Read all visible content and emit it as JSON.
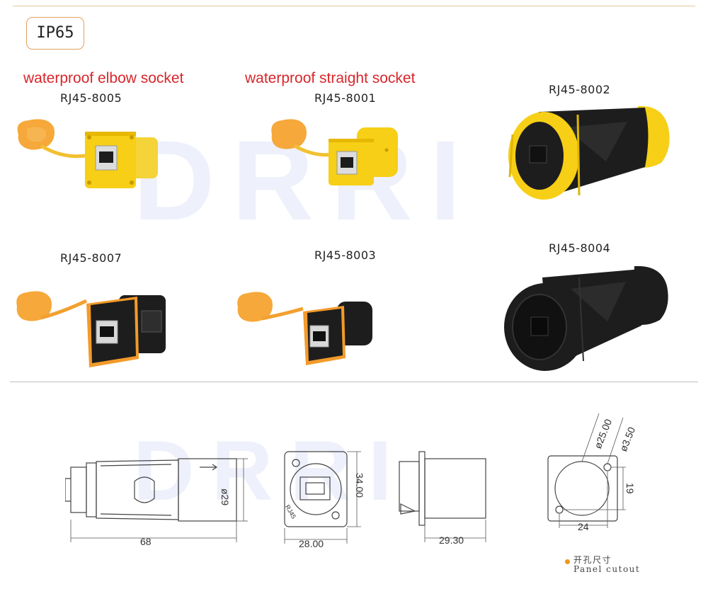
{
  "badge": "IP65",
  "watermark": "DRRI",
  "headings": {
    "elbow": "waterproof elbow socket",
    "straight": "waterproof straight socket"
  },
  "products": {
    "p8005": "RJ45-8005",
    "p8001": "RJ45-8001",
    "p8002": "RJ45-8002",
    "p8007": "RJ45-8007",
    "p8003": "RJ45-8003",
    "p8004": "RJ45-8004"
  },
  "drawings": {
    "length": "68",
    "diameter": "ø29",
    "flange_width": "28.00",
    "flange_height": "34.00",
    "body_length": "29.30",
    "cutout_diameter": "ø25.00",
    "hole_diameter": "ø3.50",
    "hole_pitch_v": "19",
    "hole_pitch_h": "24",
    "flange_label": "RJ45"
  },
  "panel_note": {
    "cn": "开孔尺寸",
    "en": "Panel cutout"
  },
  "colors": {
    "yellow": "#f6cf16",
    "cap_orange": "#f6a83a",
    "black": "#1d1d1d",
    "red_heading": "#d8262b",
    "watermark": "#eef0fb",
    "divider": "#bdbdbd"
  }
}
